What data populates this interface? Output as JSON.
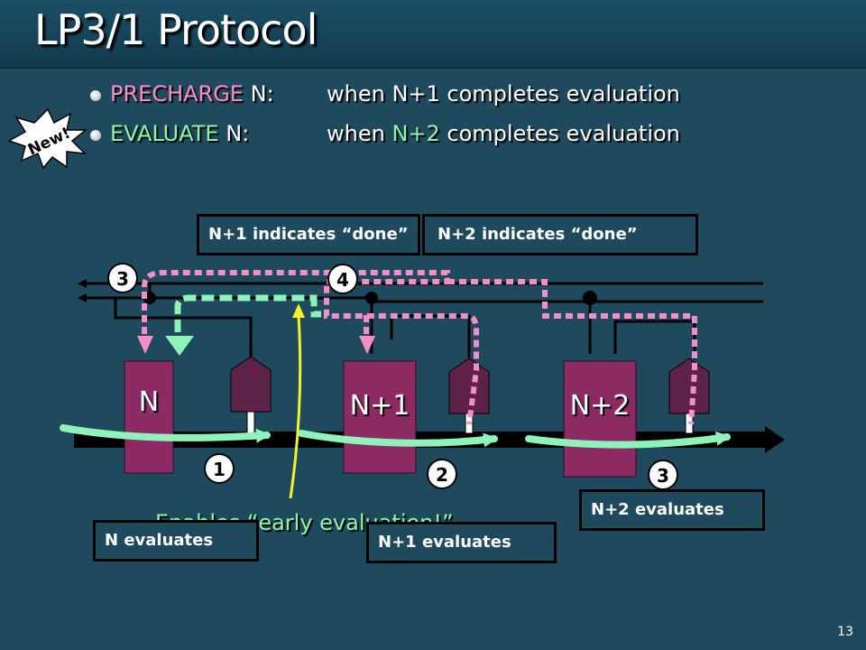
{
  "title": "LP3/1 Protocol",
  "bullets": [
    {
      "term": "PRECHARGE",
      "node": " N:",
      "condition_prefix": "when ",
      "condition_node": "N+1",
      "condition_suffix": " completes evaluation"
    },
    {
      "term": "EVALUATE",
      "node": " N:",
      "condition_prefix": "when ",
      "condition_node": "N+2",
      "condition_suffix": " completes evaluation"
    }
  ],
  "badge": "New!",
  "stages": [
    "N",
    "N+1",
    "N+2"
  ],
  "step_numbers": {
    "eval_n": "1",
    "eval_n1": "2",
    "eval_n2": "3",
    "precharge_n": "3",
    "precharge_n1": "4"
  },
  "callouts": {
    "n1_done": "N+1 indicates “done”",
    "n2_done": "N+2 indicates “done”",
    "n_eval": "N evaluates",
    "n1_eval": "N+1 evaluates",
    "n2_eval": "N+2 evaluates"
  },
  "early_eval_text": "Enables “early evaluation!”",
  "page_number": "13",
  "colors": {
    "background": "#1f4a5e",
    "stage_fill": "#8b2a63",
    "cd_fill": "#5e2247",
    "pink_path": "#f38fc6",
    "green_path": "#8ef2ba",
    "pointer": "#f2f22e"
  }
}
